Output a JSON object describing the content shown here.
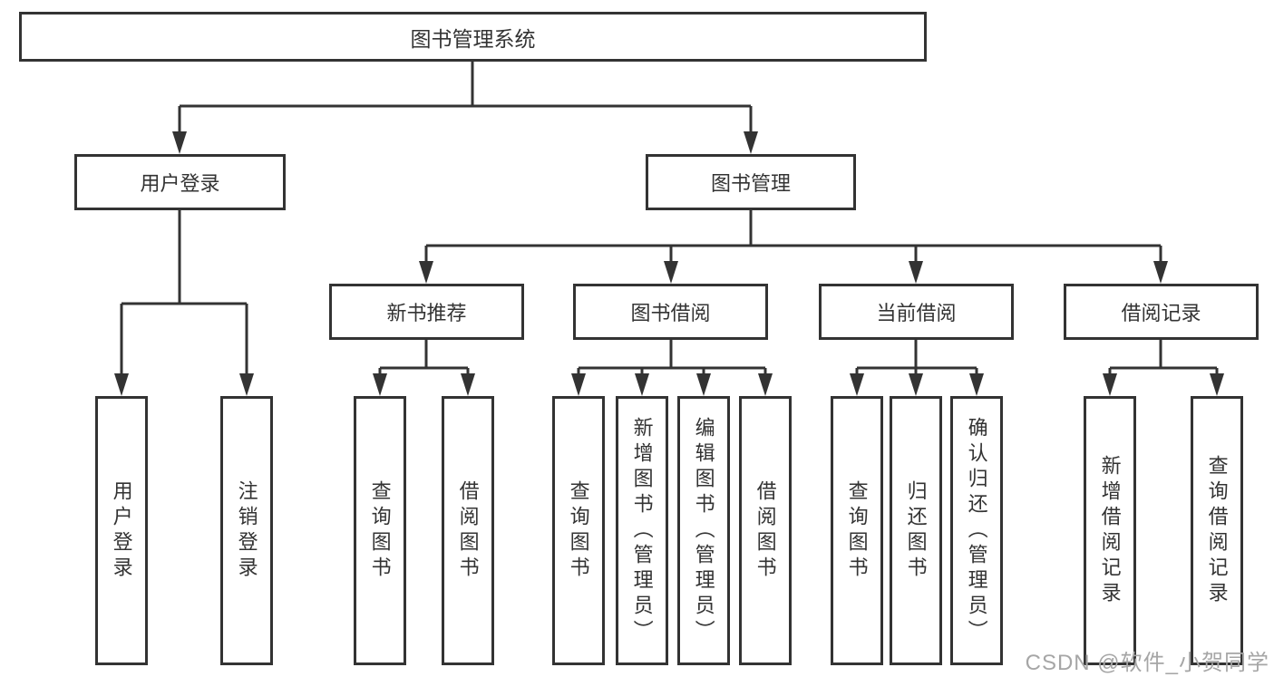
{
  "diagram": {
    "tree": {
      "root": {
        "label": "图书管理系统"
      },
      "children": [
        {
          "label": "用户登录",
          "children": [
            {
              "label": "用户登录"
            },
            {
              "label": "注销登录"
            }
          ]
        },
        {
          "label": "图书管理",
          "children": [
            {
              "label": "新书推荐",
              "children": [
                {
                  "label": "查询图书"
                },
                {
                  "label": "借阅图书"
                }
              ]
            },
            {
              "label": "图书借阅",
              "children": [
                {
                  "label": "查询图书"
                },
                {
                  "label": "新增图书（管理员）"
                },
                {
                  "label": "编辑图书（管理员）"
                },
                {
                  "label": "借阅图书"
                }
              ]
            },
            {
              "label": "当前借阅",
              "children": [
                {
                  "label": "查询图书"
                },
                {
                  "label": "归还图书"
                },
                {
                  "label": "确认归还（管理员）"
                }
              ]
            },
            {
              "label": "借阅记录",
              "children": [
                {
                  "label": "新增借阅记录"
                },
                {
                  "label": "查询借阅记录"
                }
              ]
            }
          ]
        }
      ]
    },
    "colors": {
      "line": "#333333",
      "box_border": "#333333",
      "text": "#333333",
      "background": "#ffffff",
      "watermark": "#a6a6a6"
    }
  },
  "watermark": {
    "text": "CSDN @软件_小贺同学"
  }
}
